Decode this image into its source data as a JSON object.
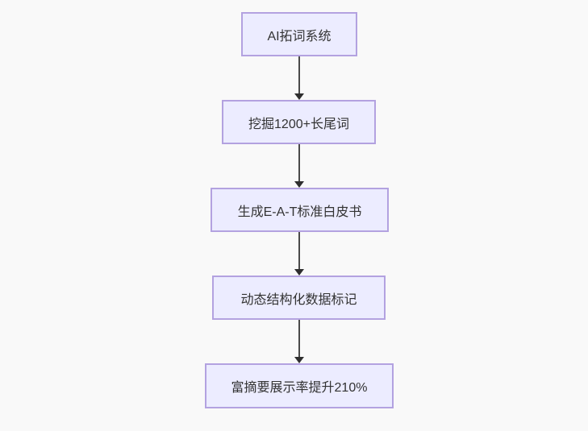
{
  "flowchart": {
    "direction": "top-down",
    "nodes": [
      {
        "id": "A",
        "label": "AI拓词系统"
      },
      {
        "id": "B",
        "label": "挖掘1200+长尾词"
      },
      {
        "id": "C",
        "label": "生成E-A-T标准白皮书"
      },
      {
        "id": "D",
        "label": "动态结构化数据标记"
      },
      {
        "id": "E",
        "label": "富摘要展示率提升210%"
      }
    ],
    "edges": [
      {
        "from": "A",
        "to": "B"
      },
      {
        "from": "B",
        "to": "C"
      },
      {
        "from": "C",
        "to": "D"
      },
      {
        "from": "D",
        "to": "E"
      }
    ],
    "colors": {
      "node_fill": "#ececff",
      "node_border": "#b3a2e0",
      "edge_line": "#4a4a4a",
      "arrowhead": "#2e2e2e",
      "text": "#333333",
      "background": "#f9f9f9"
    }
  }
}
